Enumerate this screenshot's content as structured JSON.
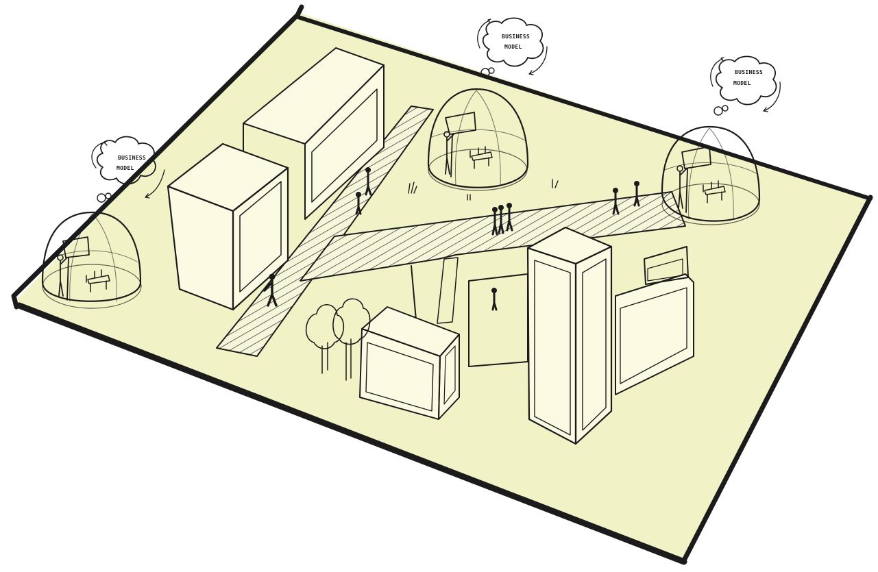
{
  "scene": {
    "colors": {
      "ground": "#f1f3c7",
      "ground_edge": "#4a4a38",
      "dome_fill": "#8aa2f2",
      "building_fill": "#fbfbe4",
      "building_side": "#f1f1d2",
      "ink": "#1b1b1b"
    },
    "bubbles": [
      {
        "line1": "BUSINESS",
        "line2": "MODEL"
      },
      {
        "line1": "BUSINESS",
        "line2": "MODEL"
      },
      {
        "line1": "BUSINESS",
        "line2": "MODEL"
      }
    ],
    "icons": [
      "thought-cloud-icon",
      "rotation-arrow-icon",
      "person-icon",
      "whiteboard-icon",
      "meeting-table-icon",
      "tree-icon"
    ]
  }
}
